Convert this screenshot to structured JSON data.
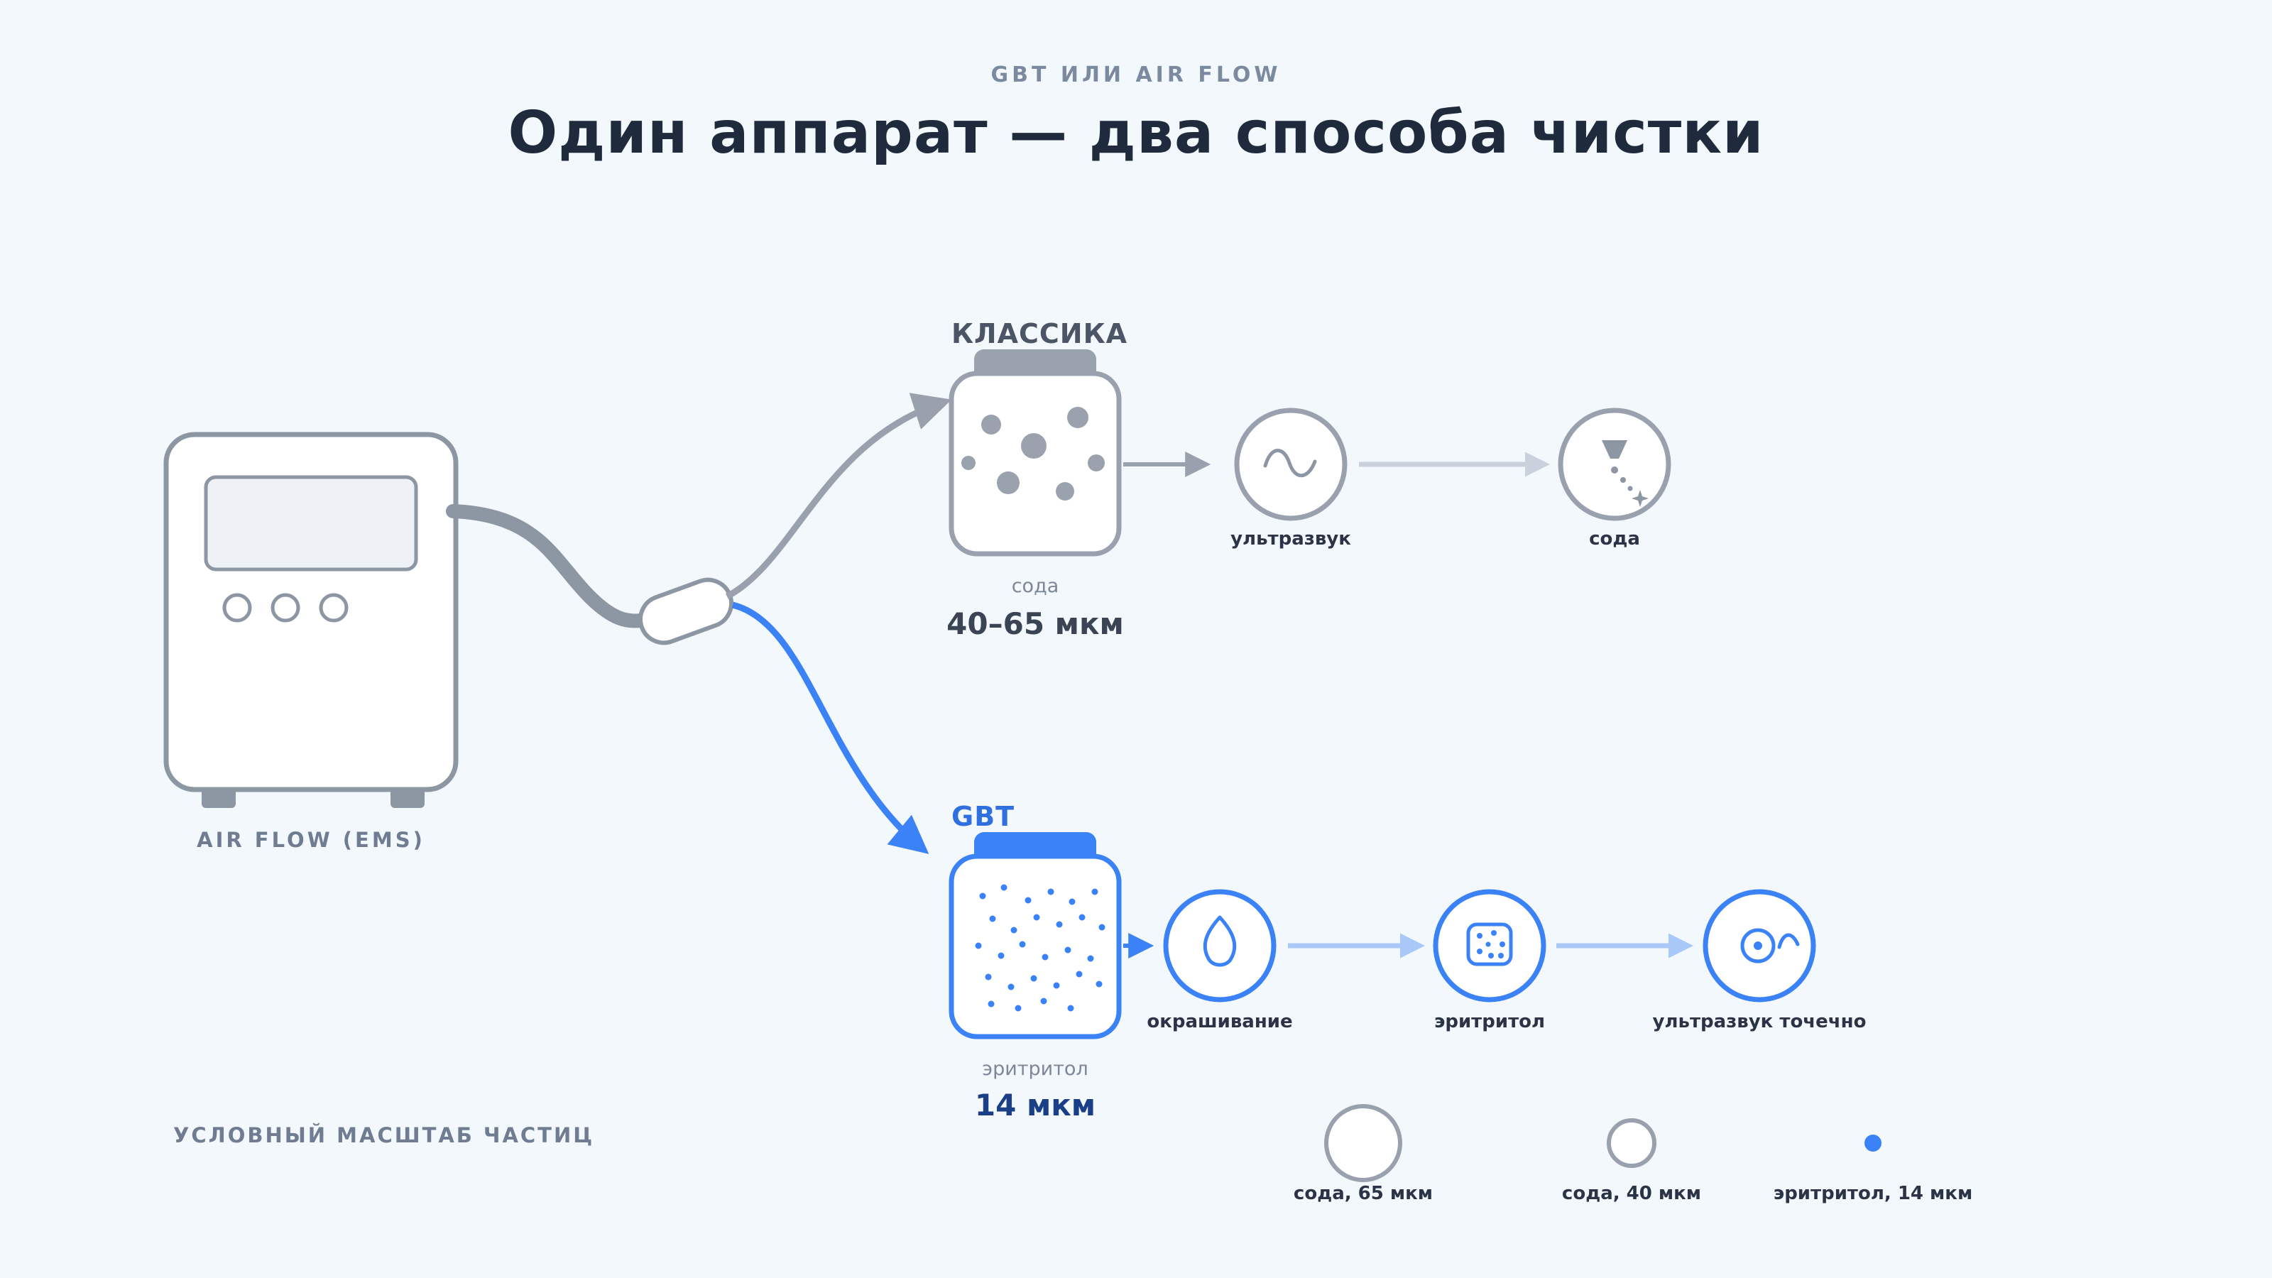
{
  "header": {
    "eyebrow": "GBT ИЛИ AIR FLOW",
    "title": "Один аппарат — два способа чистки"
  },
  "device": {
    "label": "AIR FLOW (EMS)"
  },
  "classic": {
    "title": "КЛАССИКА",
    "powder_label": "сода",
    "particle_size": "40–65 мкм",
    "steps": [
      {
        "label": "ультразвук",
        "icon": "ultrasound-wave-icon"
      },
      {
        "label": "сода",
        "icon": "soda-spray-icon"
      }
    ]
  },
  "gbt": {
    "title": "GBT",
    "powder_label": "эритритол",
    "particle_size": "14 мкм",
    "steps": [
      {
        "label": "окрашивание",
        "icon": "drop-icon"
      },
      {
        "label": "эритритол",
        "icon": "particles-icon"
      },
      {
        "label": "ультразвук точечно",
        "icon": "precise-ultrasound-icon"
      }
    ]
  },
  "scale": {
    "heading": "УСЛОВНЫЙ МАСШТАБ ЧАСТИЦ",
    "items": [
      {
        "label": "сода, 65 мкм",
        "size_um": 65
      },
      {
        "label": "сода, 40 мкм",
        "size_um": 40
      },
      {
        "label": "эритритол, 14 мкм",
        "size_um": 14
      }
    ]
  },
  "colors": {
    "background": "#f3f8fc",
    "classic_gray": "#98a1ad",
    "gbt_blue": "#3b82f6",
    "text_dark": "#1f2a3d"
  }
}
